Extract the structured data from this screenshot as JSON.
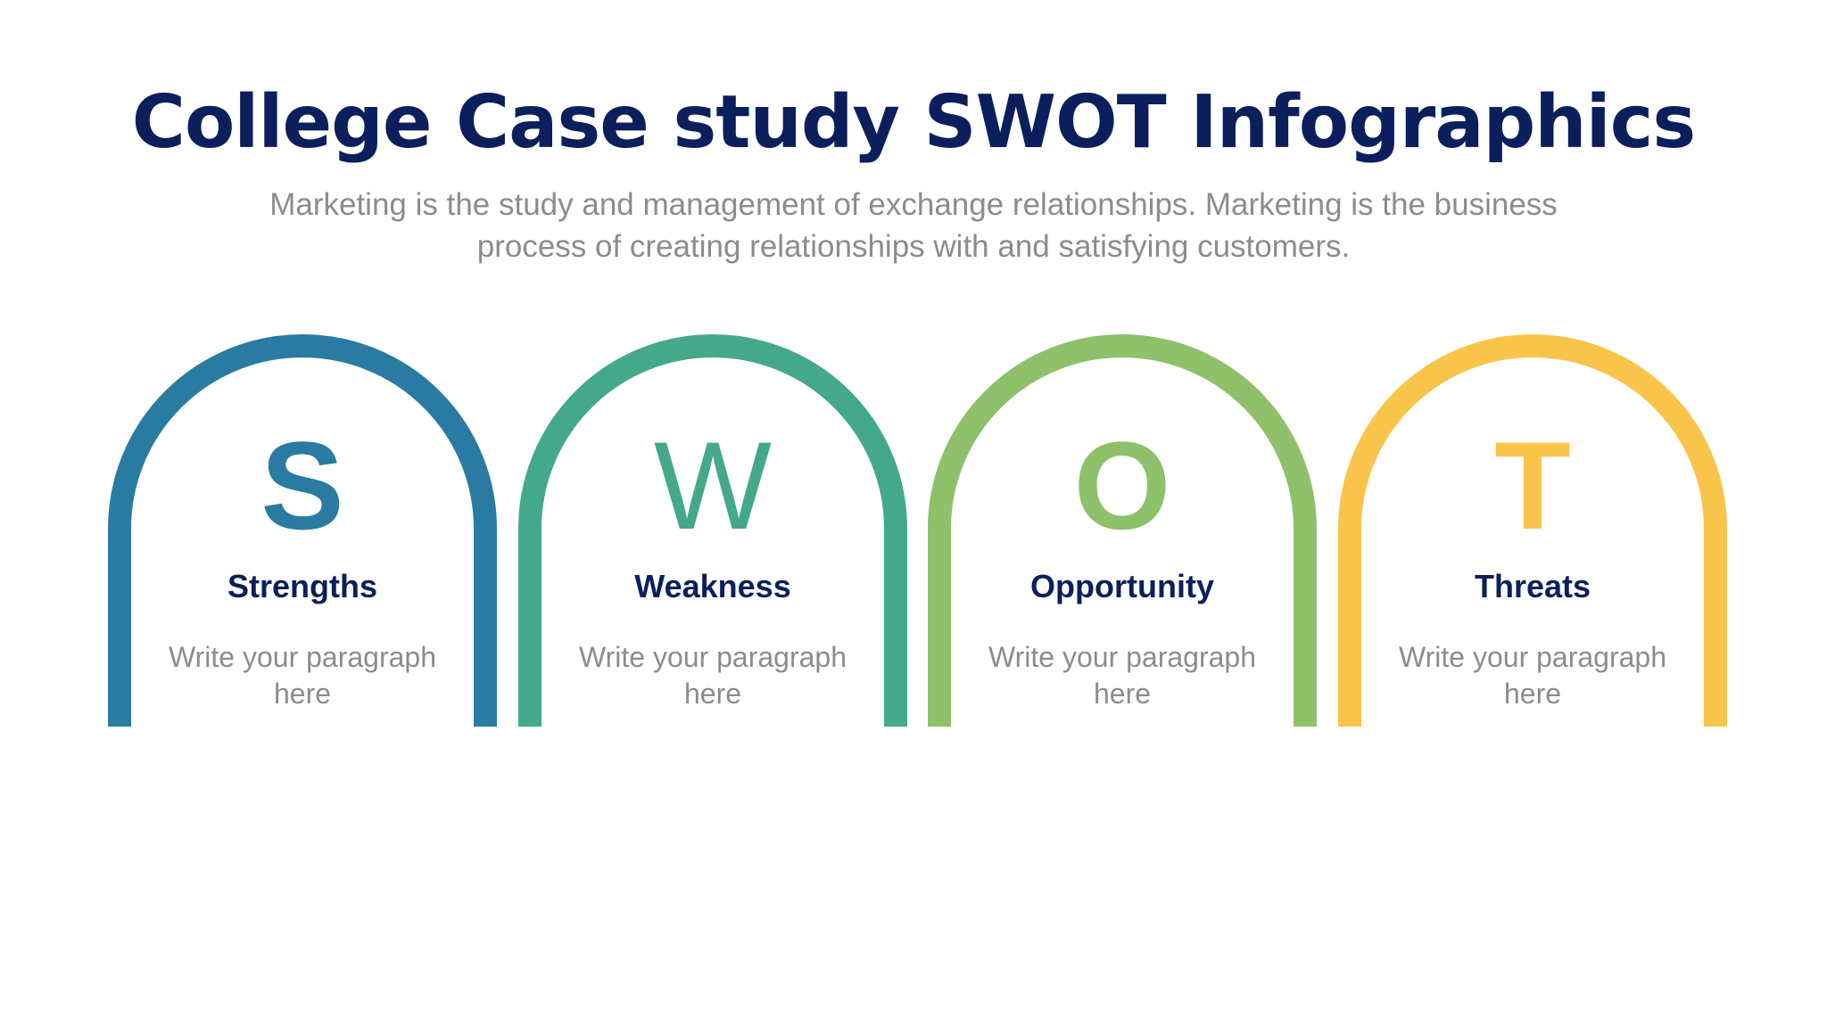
{
  "header": {
    "title": "College Case study SWOT Infographics",
    "subtitle": "Marketing is the study and management of exchange relationships. Marketing is the business process of creating relationships with and satisfying customers."
  },
  "swot": [
    {
      "letter": "S",
      "label": "Strengths",
      "text": "Write your paragraph here",
      "color": "#2A7BA1"
    },
    {
      "letter": "W",
      "label": "Weakness",
      "text": "Write your paragraph here",
      "color": "#43A98A"
    },
    {
      "letter": "O",
      "label": "Opportunity",
      "text": "Write your paragraph here",
      "color": "#8FC06A"
    },
    {
      "letter": "T",
      "label": "Threats",
      "text": "Write your paragraph here",
      "color": "#F8C54A"
    }
  ],
  "colors": {
    "title": "#0B1F5C",
    "body_text": "#8C8C8C",
    "background": "#FFFFFF"
  }
}
